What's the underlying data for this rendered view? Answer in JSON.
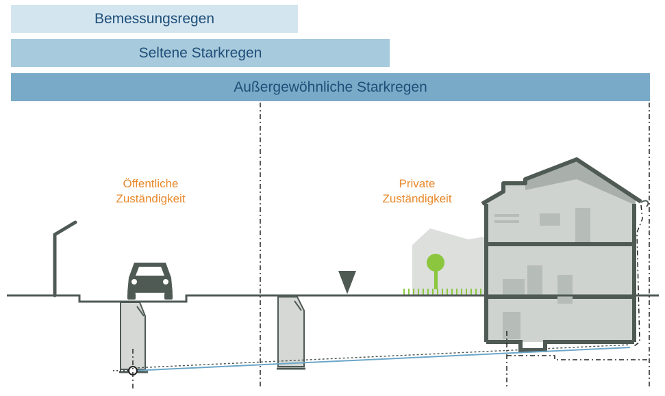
{
  "bands": [
    {
      "label": "Bemessungsregen",
      "color": "#d3e5ef"
    },
    {
      "label": "Seltene Starkregen",
      "color": "#a7cadc"
    },
    {
      "label": "Außergewöhnliche Starkregen",
      "color": "#79aac7"
    }
  ],
  "zones": {
    "public_label": "Öffentliche\nZuständigkeit",
    "private_label": "Private\nZuständigkeit"
  },
  "colors": {
    "accent_text": "#e8892b",
    "band_text": "#1f4e79",
    "structure": "#4f5a55",
    "building_fill": "#cfd3d0",
    "background_shape": "#dcdfdc",
    "tree": "#8cc63f",
    "pipe": "#6aa6c8"
  },
  "icons": [
    "street-lamp-icon",
    "car-icon",
    "tree-icon",
    "water-level-triangle-icon",
    "house-icon"
  ]
}
